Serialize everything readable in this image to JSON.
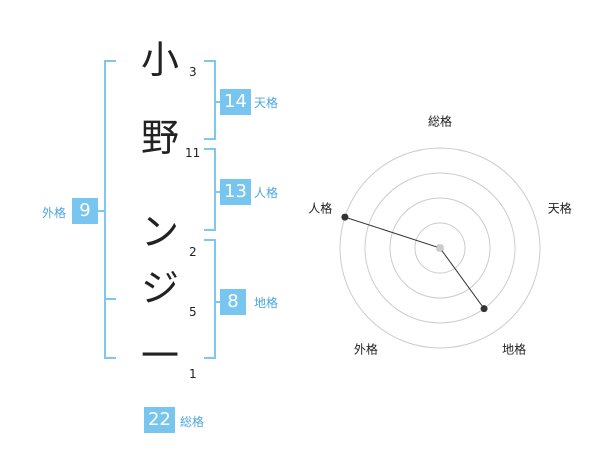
{
  "name_chars": [
    {
      "char": "小",
      "strokes": "3"
    },
    {
      "char": "野",
      "strokes": "11"
    },
    {
      "char": "ン",
      "strokes": "2"
    },
    {
      "char": "ジ",
      "strokes": "5"
    },
    {
      "char": "一",
      "strokes": "1"
    }
  ],
  "fortunes": {
    "tenkaku": {
      "label": "天格",
      "value": "14"
    },
    "jinkaku": {
      "label": "人格",
      "value": "13"
    },
    "chikaku": {
      "label": "地格",
      "value": "8"
    },
    "gaikaku": {
      "label": "外格",
      "value": "9"
    },
    "soukaku": {
      "label": "総格",
      "value": "22"
    }
  },
  "colors": {
    "accent": "#78c6f0",
    "label": "#4aa7de",
    "text": "#222222",
    "grid": "#cccccc"
  },
  "chart_data": {
    "type": "radar",
    "axes": [
      "総格",
      "天格",
      "地格",
      "外格",
      "人格"
    ],
    "values": [
      1,
      1,
      4,
      1,
      5
    ],
    "rmax": 5,
    "rings": 4
  }
}
